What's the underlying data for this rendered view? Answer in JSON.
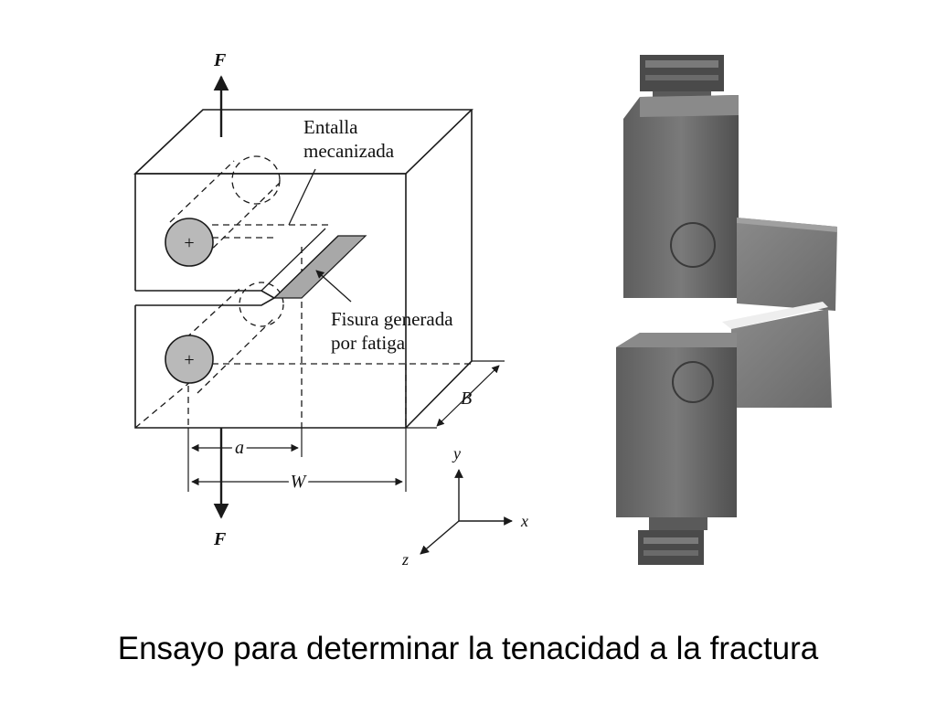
{
  "diagram": {
    "force_top": "F",
    "force_bottom": "F",
    "notch_label": [
      "Entalla",
      "mecanizada"
    ],
    "crack_label": [
      "Fisura generada",
      "por fatiga"
    ],
    "dim_a": "a",
    "dim_w": "W",
    "dim_b": "B",
    "axis_y": "y",
    "axis_x": "x",
    "axis_z": "z",
    "pin_mark": "+"
  },
  "colors": {
    "line": "#1a1a1a",
    "pin_fill": "#b9b9b9",
    "crack_fill": "#a8a8a8",
    "photo_metal": "#6f6f6f"
  },
  "caption": "Ensayo para determinar la tenacidad a la fractura"
}
